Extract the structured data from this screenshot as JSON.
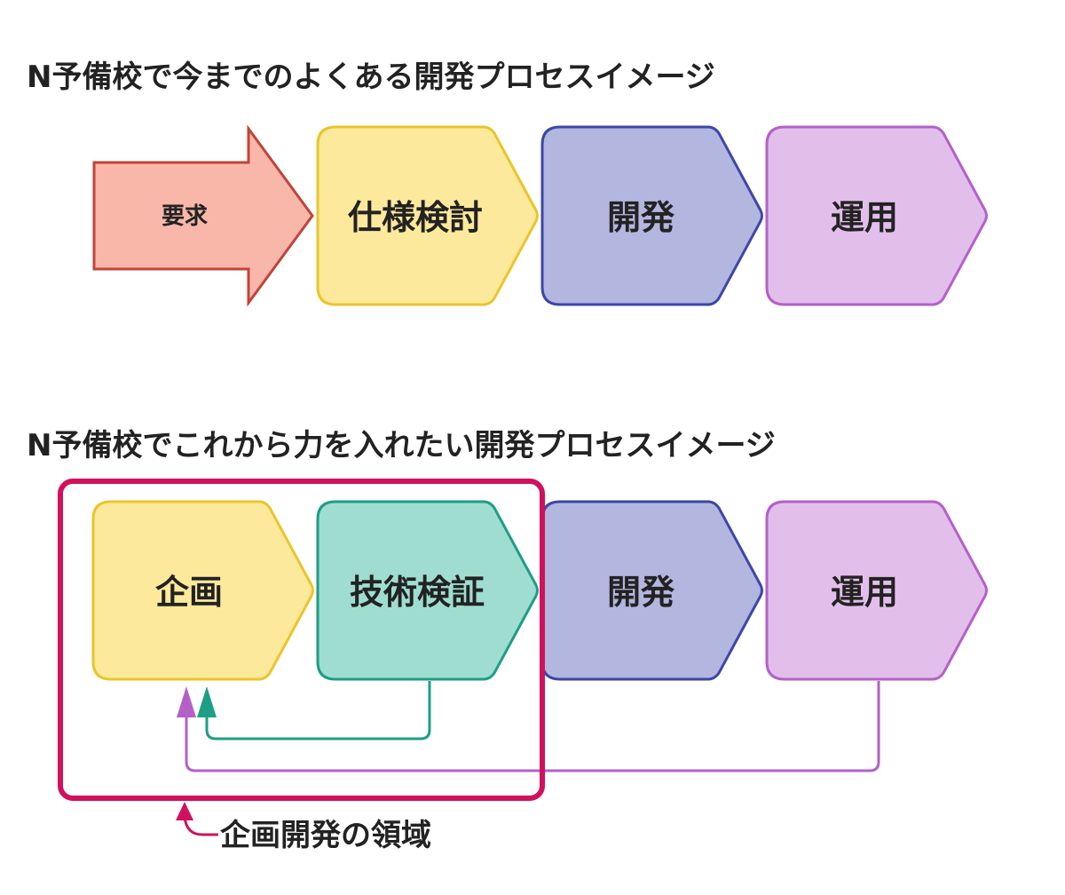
{
  "section_current": {
    "title": "N予備校で今までのよくある開発プロセスイメージ",
    "steps": [
      {
        "label": "要求",
        "fill": "#f9b7aa",
        "stroke": "#c0443a"
      },
      {
        "label": "仕様検討",
        "fill": "#fde99c",
        "stroke": "#eac52b"
      },
      {
        "label": "開発",
        "fill": "#b3b6de",
        "stroke": "#3d47a6"
      },
      {
        "label": "運用",
        "fill": "#e2bfeb",
        "stroke": "#b460c9"
      }
    ]
  },
  "section_future": {
    "title": "N予備校でこれから力を入れたい開発プロセスイメージ",
    "steps": [
      {
        "label": "企画",
        "fill": "#fde99c",
        "stroke": "#eac52b"
      },
      {
        "label": "技術検証",
        "fill": "#a0ddd1",
        "stroke": "#1d9e85"
      },
      {
        "label": "開発",
        "fill": "#b3b6de",
        "stroke": "#3d47a6"
      },
      {
        "label": "運用",
        "fill": "#e2bfeb",
        "stroke": "#b460c9"
      }
    ],
    "feedback_colors": {
      "from_tech": "#1d9e85",
      "from_ops": "#b460c9"
    },
    "region": {
      "label": "企画開発の領域",
      "color": "#d0115e"
    }
  }
}
